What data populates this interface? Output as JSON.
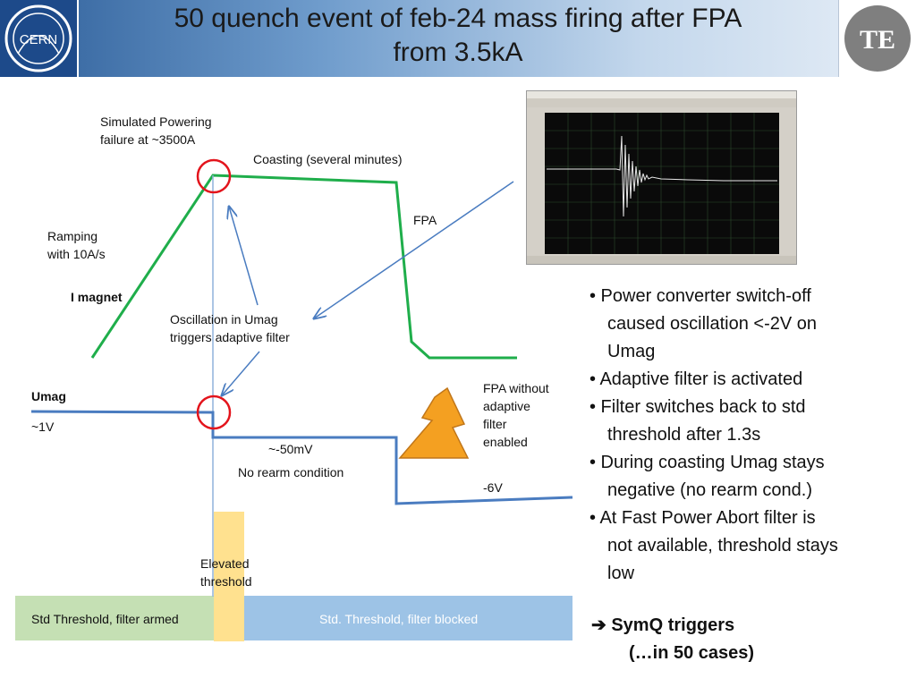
{
  "header": {
    "title_line1": "50 quench event of feb-24 mass firing after FPA",
    "title_line2": "from 3.5kA",
    "cern_logo_text": "CERN",
    "te_logo_text": "TE"
  },
  "diagram": {
    "simulated_line1": "Simulated Powering",
    "simulated_line2": "failure at ~3500A",
    "coasting": "Coasting (several minutes)",
    "fpa": "FPA",
    "ramping_line1": "Ramping",
    "ramping_line2": "with 10A/s",
    "i_magnet": "I magnet",
    "osc_line1": "Oscillation in Umag",
    "osc_line2": "triggers adaptive filter",
    "umag": "Umag",
    "one_v": "~1V",
    "fifty_mv": "~-50mV",
    "no_rearm": "No rearm condition",
    "fpa_without": [
      "FPA without",
      "adaptive",
      "filter",
      "enabled"
    ],
    "minus6v": "-6V",
    "elevated_line1": "Elevated",
    "elevated_line2": "threshold",
    "std_armed": "Std Threshold, filter armed",
    "std_blocked": "Std. Threshold, filter blocked"
  },
  "bullets": [
    {
      "first": "• Power converter switch-off",
      "rest": [
        "caused oscillation <-2V on",
        "Umag"
      ]
    },
    {
      "first": "•  Adaptive filter is activated",
      "rest": []
    },
    {
      "first": "•  Filter switches back to std",
      "rest": [
        "threshold after 1.3s"
      ]
    },
    {
      "first": "• During coasting Umag stays",
      "rest": [
        "negative (no rearm cond.)"
      ]
    },
    {
      "first": "• At Fast Power Abort filter is",
      "rest": [
        "not available, threshold stays",
        "low"
      ]
    }
  ],
  "conclusion": {
    "arrow": "➔",
    "line1": "SymQ triggers",
    "line2": "(…in 50 cases)"
  },
  "colors": {
    "current_line": "#1fae4b",
    "umag_line": "#4a7cc0",
    "marker_circle": "#e3141c",
    "arrow": "#4a7cc0",
    "threshold_armed": "#c5e0b4",
    "threshold_blocked": "#9dc3e6",
    "threshold_elevated": "#ffe18f",
    "lightning": "#f4a021"
  }
}
